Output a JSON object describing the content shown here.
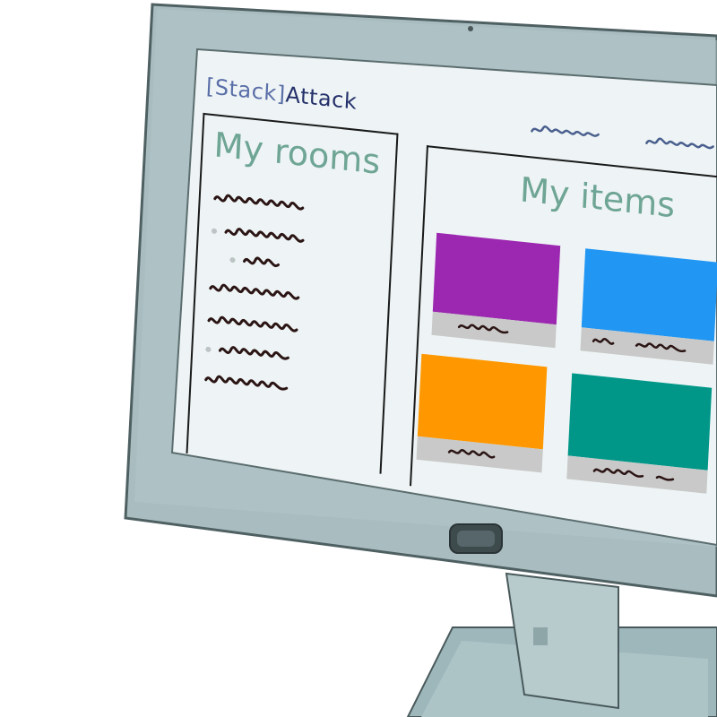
{
  "app": {
    "brand_bracket": "[Stack]",
    "brand_name": "Attack"
  },
  "nav": {
    "links": [
      {
        "label_icon": "scribble-text"
      },
      {
        "label_icon": "scribble-text"
      }
    ]
  },
  "rooms": {
    "heading": "My rooms",
    "items": [
      {
        "level": 0,
        "text_icon": "scribble-text"
      },
      {
        "level": 1,
        "text_icon": "scribble-text"
      },
      {
        "level": 2,
        "text_icon": "scribble-text"
      },
      {
        "level": 0,
        "text_icon": "scribble-text"
      },
      {
        "level": 0,
        "text_icon": "scribble-text"
      },
      {
        "level": 1,
        "text_icon": "scribble-text"
      },
      {
        "level": 0,
        "text_icon": "scribble-text"
      }
    ]
  },
  "items": {
    "heading": "My items",
    "cards": [
      {
        "color": "#9c27b0",
        "caption_icon": "scribble-text"
      },
      {
        "color": "#2196f3",
        "caption_icon": "scribble-text"
      },
      {
        "color": "#ff9800",
        "caption_icon": "scribble-text"
      },
      {
        "color": "#009688",
        "caption_icon": "scribble-text"
      }
    ]
  },
  "colors": {
    "bezel": "#a9bdc0",
    "screen": "#eef4f5",
    "heading": "#6fa594",
    "brand": "#24306a",
    "scribble": "#2b1414",
    "caption_bar": "#c8c9c8"
  }
}
